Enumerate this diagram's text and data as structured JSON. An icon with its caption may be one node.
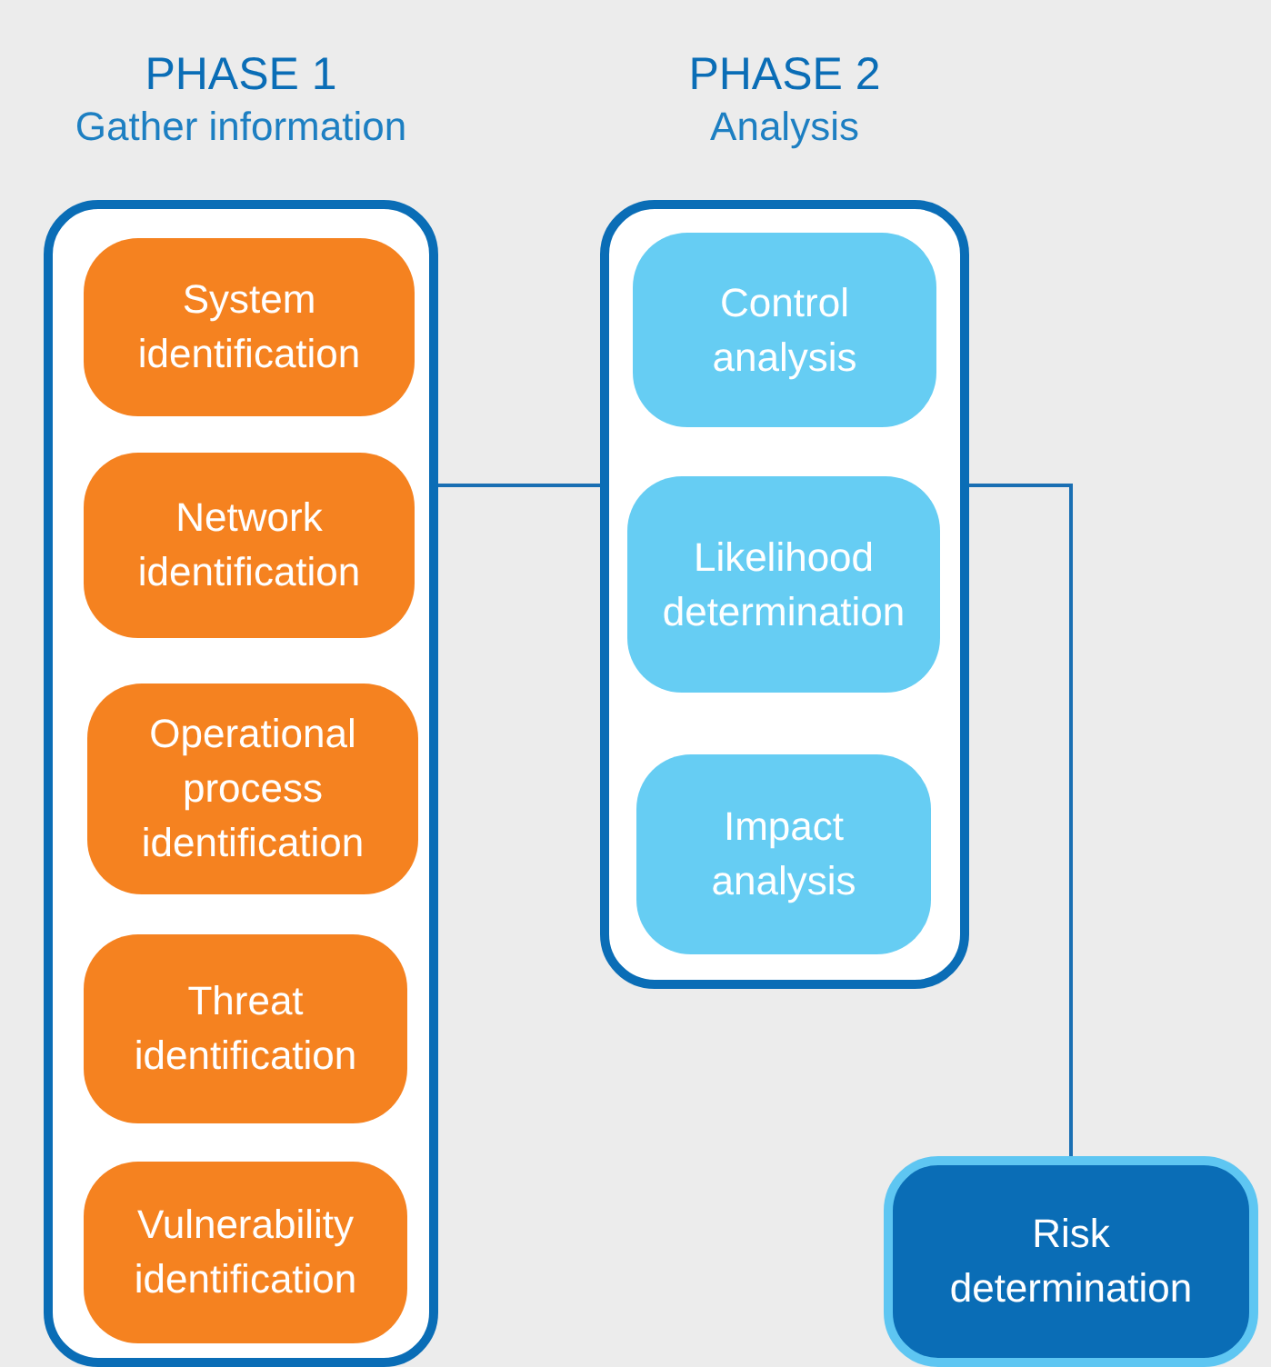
{
  "diagram": {
    "nodes": [
      {
        "text": [
          "PHASE 1",
          "Gather information"
        ]
      },
      {
        "text": [
          "System identification"
        ],
        "in": 0
      },
      {
        "text": [
          "Network identification"
        ],
        "in": 0
      },
      {
        "text": [
          "Operational process identification"
        ],
        "in": 0
      },
      {
        "text": [
          "Threat identification"
        ],
        "in": 0
      },
      {
        "text": [
          "Vulnerability identification"
        ],
        "in": 0
      },
      {
        "text": [
          "PHASE 2",
          "Analysis"
        ]
      },
      {
        "text": [
          "Control analysis"
        ],
        "in": 6
      },
      {
        "text": [
          "Likelihood determination"
        ],
        "in": 6
      },
      {
        "text": [
          "Impact analysis"
        ],
        "in": 6
      },
      {
        "text": [
          "Risk determination"
        ]
      }
    ],
    "edges": [
      {
        "from": 0,
        "to": 6,
        "arrow": "none"
      },
      {
        "from": 6,
        "to": 10,
        "arrow": "none"
      }
    ]
  }
}
